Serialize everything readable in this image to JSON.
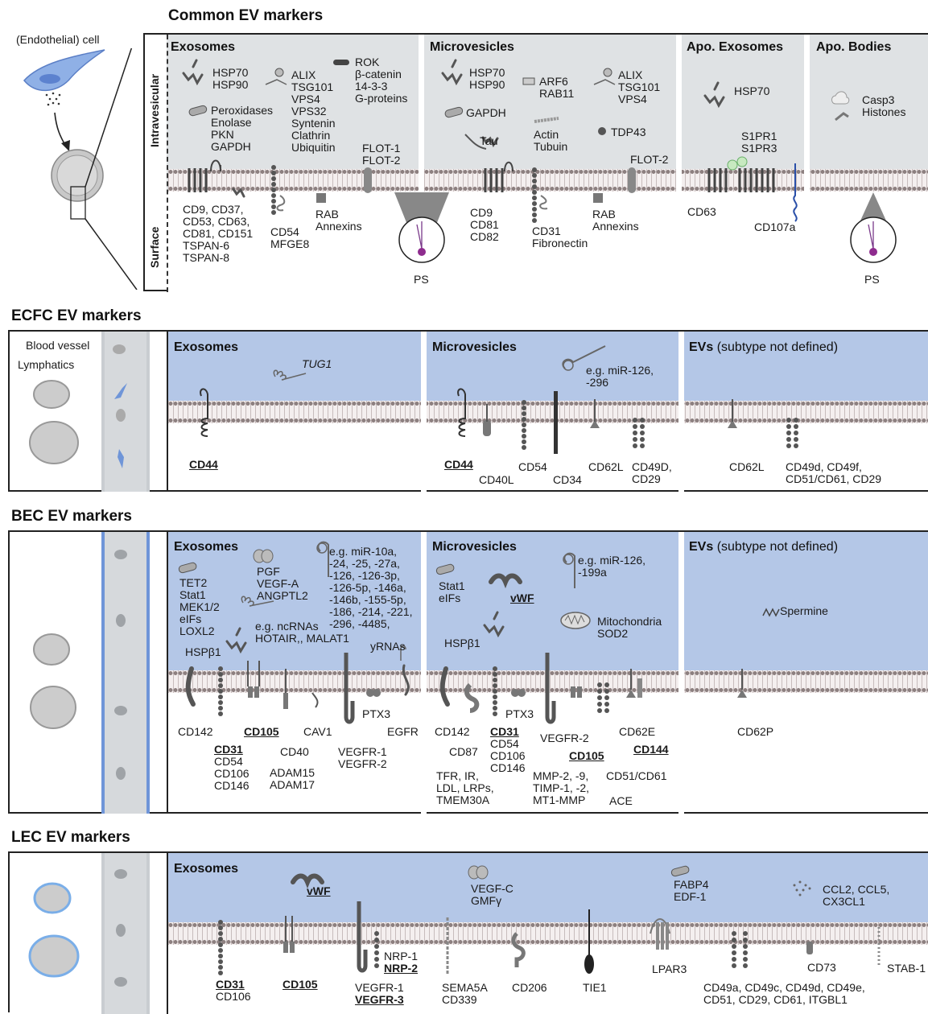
{
  "common": {
    "title": "Common EV markers",
    "cell_label": "(Endothelial) cell",
    "intra_label": "Intravesicular",
    "surface_label": "Surface",
    "sections": {
      "exosomes": "Exosomes",
      "microvesicles": "Microvesicles",
      "apo_exosomes": "Apo. Exosomes",
      "apo_bodies": "Apo. Bodies"
    },
    "exo": {
      "hsp": "HSP70\nHSP90",
      "alix": "ALIX\nTSG101\nVPS4\nVPS32\nSyntenin\nClathrin\nUbiquitin",
      "rok": "ROK\nβ-catenin\n14-3-3\nG-proteins",
      "perox": "Peroxidases\nEnolase\nPKN\nGAPDH",
      "flot": "FLOT-1\nFLOT-2",
      "cd9": "CD9, CD37,\nCD53, CD63,\nCD81, CD151\nTSPAN-6\nTSPAN-8",
      "cd54": "CD54\nMFGE8",
      "rab": "RAB\nAnnexins"
    },
    "ps_left": "PS",
    "mv": {
      "hsp": "HSP70\nHSP90",
      "arf": "ARF6\nRAB11",
      "alix": "ALIX\nTSG101\nVPS4",
      "gapdh": "GAPDH",
      "tau": "Tau",
      "actin": "Actin\nTubuin",
      "tdp": "TDP43",
      "flot": "FLOT-2",
      "cd9": "CD9\nCD81\nCD82",
      "cd31": "CD31\nFibronectin",
      "rab": "RAB\nAnnexins"
    },
    "apoexo": {
      "hsp": "HSP70",
      "s1pr": "S1PR1\nS1PR3",
      "cd63": "CD63",
      "cd107": "CD107a"
    },
    "apobod": {
      "casp": "Casp3\nHistones",
      "ps": "PS"
    }
  },
  "ecfc": {
    "title": "ECFC EV markers",
    "blood_vessel": "Blood vessel",
    "lymphatics": "Lymphatics",
    "sections": {
      "exosomes": "Exosomes",
      "microvesicles": "Microvesicles",
      "evs": "EVs",
      "evs_suffix": " (subtype not defined)"
    },
    "exo": {
      "tug1": "TUG1",
      "cd44": "CD44"
    },
    "mv": {
      "mir": "e.g. miR-126,\n-296",
      "cd44": "CD44",
      "cd40l": "CD40L",
      "cd54": "CD54",
      "cd34": "CD34",
      "cd62l": "CD62L",
      "cd49d": "CD49D,\nCD29"
    },
    "evs": {
      "cd62l": "CD62L",
      "cd49": "CD49d, CD49f,\nCD51/CD61, CD29"
    }
  },
  "bec": {
    "title": "BEC EV markers",
    "sections": {
      "exosomes": "Exosomes",
      "microvesicles": "Microvesicles",
      "evs": "EVs",
      "evs_suffix": " (subtype not defined)"
    },
    "exo": {
      "tet2": "TET2\nStat1\nMEK1/2\neIFs\nLOXL2",
      "pgf": "PGF\nVEGF-A\nANGPTL2",
      "mir": "e.g. miR-10a,\n-24, -25, -27a,\n-126, -126-3p,\n-126-5p, -146a,\n-146b, -155-5p,\n-186, -214, -221,\n-296, -4485,",
      "ncrna": "e.g. ncRNAs\nHOTAIR,, MALAT1",
      "yrna": "yRNAs",
      "hsp": "HSPβ1",
      "cd142": "CD142",
      "cd31": "CD31",
      "cd31_rest": "CD54\nCD106\nCD146",
      "cd105": "CD105",
      "cav1": "CAV1",
      "cd40": "CD40",
      "adam": "ADAM15\nADAM17",
      "ptx3": "PTX3",
      "vegfr": "VEGFR-1\nVEGFR-2",
      "egfr": "EGFR"
    },
    "mv": {
      "stat1": "Stat1\neIFs",
      "vwf": "vWF",
      "mir": "e.g. miR-126,\n-199a",
      "mito": "Mitochondria\nSOD2",
      "hsp": "HSPβ1",
      "cd142": "CD142",
      "cd31": "CD31",
      "cd31_rest": "CD54\nCD106\nCD146",
      "ptx3": "PTX3",
      "vegfr2": "VEGFR-2",
      "cd62e": "CD62E",
      "cd87": "CD87",
      "cd105": "CD105",
      "cd144": "CD144",
      "tfr": "TFR, IR,\nLDL, LRPs,\nTMEM30A",
      "mmp": "MMP-2, -9,\nTIMP-1, -2,\nMT1-MMP",
      "cd51": "CD51/CD61",
      "ace": "ACE"
    },
    "evs": {
      "spermine": "Spermine",
      "cd62p": "CD62P"
    }
  },
  "lec": {
    "title": "LEC EV markers",
    "sections": {
      "exosomes": "Exosomes"
    },
    "items": {
      "vwf": "vWF",
      "vegfc": "VEGF-C\nGMFγ",
      "fabp4": "FABP4\nEDF-1",
      "ccl": "CCL2, CCL5,\nCX3CL1",
      "cd31": "CD31",
      "cd106": "CD106",
      "cd105": "CD105",
      "nrp1": "NRP-1",
      "nrp2": "NRP-2",
      "vegfr1": "VEGFR-1",
      "vegfr3": "VEGFR-3",
      "sema": "SEMA5A\nCD339",
      "cd206": "CD206",
      "tie1": "TIE1",
      "lpar3": "LPAR3",
      "cd49": "CD49a, CD49c, CD49d, CD49e,\nCD51, CD29, CD61, ITGBL1",
      "cd73": "CD73",
      "stab": "STAB-1"
    }
  },
  "colors": {
    "grey_panel": "#dfe2e4",
    "blue_panel": "#b4c7e7",
    "membrane": "#8d8080",
    "cell_blue": "#6f95d8",
    "ps_purple": "#8e2c8e"
  }
}
